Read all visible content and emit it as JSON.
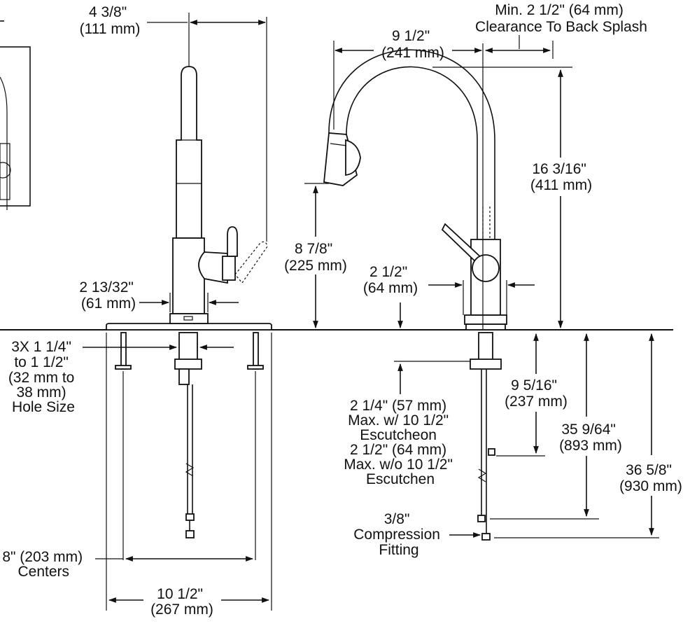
{
  "dimensions": {
    "spout_reach_side": [
      "4 3/8\"",
      "(111 mm)"
    ],
    "back_splash_clearance": [
      "Min. 2 1/2\" (64 mm)",
      "Clearance To Back Splash"
    ],
    "spout_reach_front": [
      "9 1/2\"",
      "(241 mm)"
    ],
    "overall_height": [
      "16 3/16\"",
      "(411 mm)"
    ],
    "spout_height": [
      "8 7/8\"",
      "(225 mm)"
    ],
    "base_width_front": [
      "2 1/2\"",
      "(64 mm)"
    ],
    "base_width_side": [
      "2 13/32\"",
      "(61 mm)"
    ],
    "hole_size": [
      "3X 1 1/4\"",
      "to 1 1/2\"",
      "(32 mm to",
      "38 mm)",
      "Hole Size"
    ],
    "shank_length": [
      "9 5/16\"",
      "(237 mm)"
    ],
    "mounting_depth": [
      "2 1/4\" (57 mm)",
      "Max. w/ 10 1/2\"",
      "Escutcheon",
      "2 1/2\" (64 mm)",
      "Max. w/o 10 1/2\"",
      "Escutchen"
    ],
    "supply_length": [
      "35 9/64\"",
      "(893 mm)"
    ],
    "overall_length": [
      "36 5/8\"",
      "(930 mm)"
    ],
    "compression_fitting": [
      "3/8\"",
      "Compression",
      "Fitting"
    ],
    "hole_centers": [
      "8\" (203 mm)",
      "Centers"
    ],
    "escutcheon_width": [
      "10 1/2\"",
      "(267 mm)"
    ]
  }
}
